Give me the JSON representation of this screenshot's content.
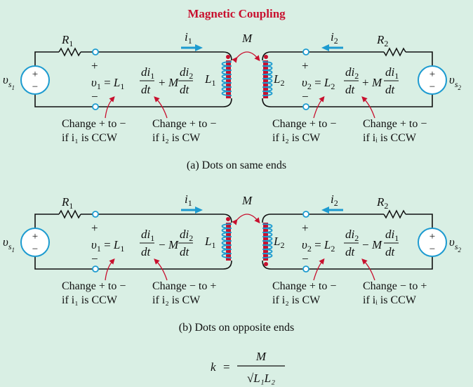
{
  "title": "Magnetic Coupling",
  "colors": {
    "background": "#d9efe4",
    "title": "#c8102e",
    "accent_blue": "#1d9bd0",
    "core_red": "#c8102e",
    "wire": "#111111"
  },
  "circuits": [
    {
      "id": "a",
      "caption": "(a)  Dots on same ends",
      "r1": "R",
      "r1_sub": "1",
      "r2": "R",
      "r2_sub": "2",
      "i1": "i",
      "i1_sub": "1",
      "i2": "i",
      "i2_sub": "2",
      "mutual": "M",
      "l1": "L",
      "l1_sub": "1",
      "l2": "L",
      "l2_sub": "2",
      "vs1": "υ",
      "vs1_sub": "s",
      "vs2": "υ",
      "vs2_sub": "s",
      "plus": "+",
      "minus": "−",
      "eq1_sign": "+",
      "eq2_sign": "+",
      "notes": [
        {
          "line1": "Change + to −",
          "line2": "if i₁ is CCW"
        },
        {
          "line1": "Change + to −",
          "line2": "if i₂ is CW"
        },
        {
          "line1": "Change + to −",
          "line2": "if i₂ is CW"
        },
        {
          "line1": "Change + to −",
          "line2": "if iᵢ is CCW"
        }
      ]
    },
    {
      "id": "b",
      "caption": "(b)  Dots on opposite ends",
      "r1": "R",
      "r1_sub": "1",
      "r2": "R",
      "r2_sub": "2",
      "i1": "i",
      "i1_sub": "1",
      "i2": "i",
      "i2_sub": "2",
      "mutual": "M",
      "l1": "L",
      "l1_sub": "1",
      "l2": "L",
      "l2_sub": "2",
      "vs1": "υ",
      "vs1_sub": "s",
      "vs2": "υ",
      "vs2_sub": "s",
      "plus": "+",
      "minus": "−",
      "eq1_sign": "−",
      "eq2_sign": "−",
      "notes": [
        {
          "line1": "Change + to −",
          "line2": "if i₁ is CCW"
        },
        {
          "line1": "Change − to +",
          "line2": "if i₂ is CW"
        },
        {
          "line1": "Change + to −",
          "line2": "if i₂ is CW"
        },
        {
          "line1": "Change − to +",
          "line2": "if iᵢ is CCW"
        }
      ]
    }
  ],
  "formula": {
    "lhs": "k",
    "equals": "=",
    "numerator": "M",
    "denominator": "√L₁L₂"
  }
}
